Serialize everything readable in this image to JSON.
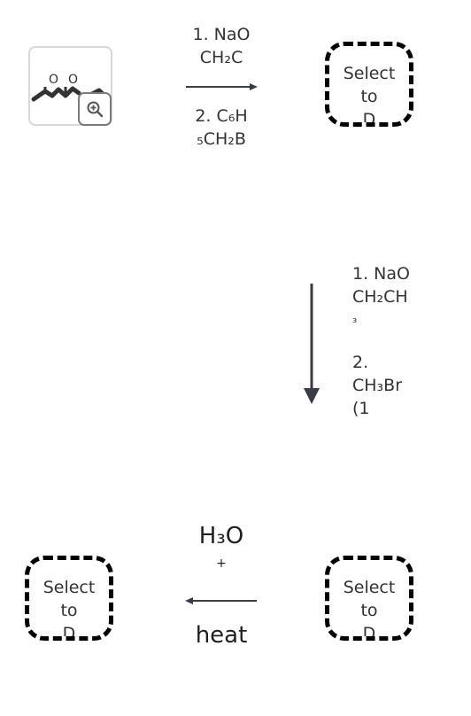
{
  "step1": {
    "starting_material": {
      "name": "starting-material",
      "atom_label": "O",
      "zoom_icon": "zoom-in-icon"
    },
    "reagent_line1": "1. NaO",
    "reagent_line2": "CH₂C",
    "reagent_line3": "2. C₆H",
    "reagent_line4": "₅CH₂B",
    "target_label_1": "Select",
    "target_label_2": "to",
    "target_label_3": "D"
  },
  "step2": {
    "reagent_line1": "1. NaO",
    "reagent_line2": "CH₂CH",
    "reagent_line3": "₃",
    "reagent_line4": "2.",
    "reagent_line5": "CH₃Br",
    "reagent_line6": "(1"
  },
  "step3": {
    "reagent_line1": "H₃O",
    "reagent_line2": "+",
    "reagent_line3": "heat",
    "target_left_label_1": "Select",
    "target_left_label_2": "to",
    "target_left_label_3": "D",
    "target_right_label_1": "Select",
    "target_right_label_2": "to",
    "target_right_label_3": "D"
  },
  "colors": {
    "arrow": "#3a3d46",
    "dash": "#000000",
    "text": "#333333"
  }
}
